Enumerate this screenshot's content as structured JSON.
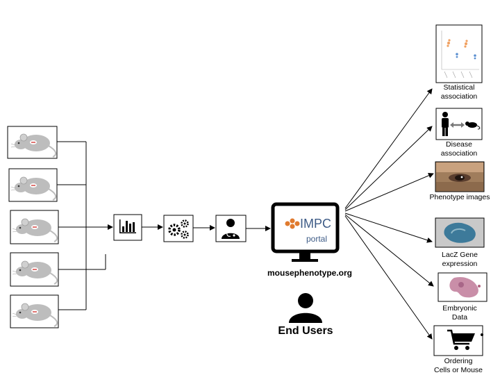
{
  "portal": {
    "brand": "IMPC",
    "subtitle": "portal",
    "url": "mousephenotype.org"
  },
  "end_users_label": "End Users",
  "outputs": [
    {
      "lines": [
        "Statistical",
        "association"
      ]
    },
    {
      "lines": [
        "Disease",
        "association"
      ]
    },
    {
      "lines": [
        "Phenotype images"
      ]
    },
    {
      "lines": [
        "LacZ Gene",
        "expression"
      ]
    },
    {
      "lines": [
        "Embryonic",
        "Data"
      ]
    },
    {
      "lines": [
        "Ordering",
        "Cells or Mouse"
      ]
    }
  ],
  "pipeline_icons": [
    "bar-chart-icon",
    "gears-icon",
    "doctor-icon"
  ],
  "colors": {
    "stroke": "#000000",
    "mouse": "#bdbdbd",
    "portal_accent": "#e07a2e",
    "portal_text": "#3d5b86"
  }
}
